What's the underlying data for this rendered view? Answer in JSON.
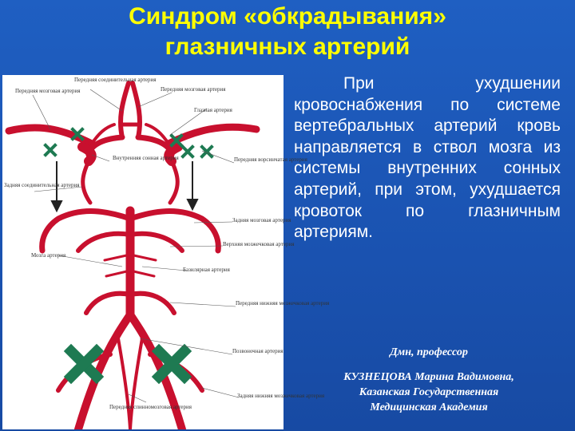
{
  "title": {
    "line1": "Синдром «обкрадывания»",
    "line2": "глазничных артерий"
  },
  "body_text": "При ухудшении кровоснабжения по системе вертебральных артерий кровь направляется в ствол мозга из системы внутренних сонных артерий, при этом, ухудшается кровоток по глазничным артериям.",
  "author": {
    "line1": "Дмн, профессор",
    "line2": "КУЗНЕЦОВА Марина Вадимовна,",
    "line3": "Казанская Государственная",
    "line4": "Медицинская Академия"
  },
  "diagram": {
    "labels": {
      "ant_communicating": "Передняя соединительная артерия",
      "ant_cerebral": "Передняя мозговая артерия",
      "ant_cerebral_r": "Передняя мозговая артерия",
      "ophthalmic": "Глазная артерия",
      "internal_carotid": "Внутренняя сонная артерия",
      "ant_choroidal": "Передняя ворсинчатая артерия",
      "post_communicating": "Задняя соединительная артерия",
      "post_cerebral": "Задняя мозговая артерия",
      "basilar": "Мозга артерия",
      "sup_cerebellar": "Верхняя мозжечковая артерия",
      "basilar_main": "Базилярная артерия",
      "aica": "Передняя нижняя мозжечковая артерия",
      "vertebral": "Позвоночная артерия",
      "ant_spinal": "Передняя спинномозговая артерия",
      "pica": "Задняя нижняя мозжечковая артерия"
    },
    "colors": {
      "artery": "#c8102e",
      "marker": "#1e7a52",
      "arrow": "#222222"
    }
  }
}
